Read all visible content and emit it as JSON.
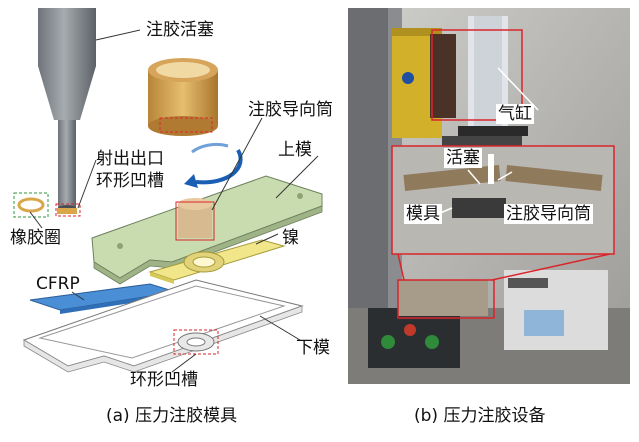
{
  "left_panel": {
    "labels": {
      "injection_piston": "注胶活塞",
      "nozzle_groove": "射出出口\n环形凹槽",
      "upper_die": "上模",
      "guide_tube": "注胶导向筒",
      "rubber_ring": "橡胶圈",
      "nickel": "镍",
      "cfrp": "CFRP",
      "lower_die": "下模",
      "annular_groove": "环形凹槽"
    },
    "caption": "(a) 压力注胶模具"
  },
  "right_panel": {
    "labels": {
      "cylinder": "气缸",
      "piston": "活塞",
      "mold": "模具",
      "guide_tube": "注胶导向筒"
    },
    "caption": "(b) 压力注胶设备"
  },
  "colors": {
    "upper_die": "#c9dcb0",
    "nickel": "#f2e68a",
    "cfrp": "#4a8fd6",
    "lower_die": "#ffffff",
    "ring": "#d9a74a",
    "callout": "#d9252a",
    "dashed_green": "#2e9a3b"
  }
}
